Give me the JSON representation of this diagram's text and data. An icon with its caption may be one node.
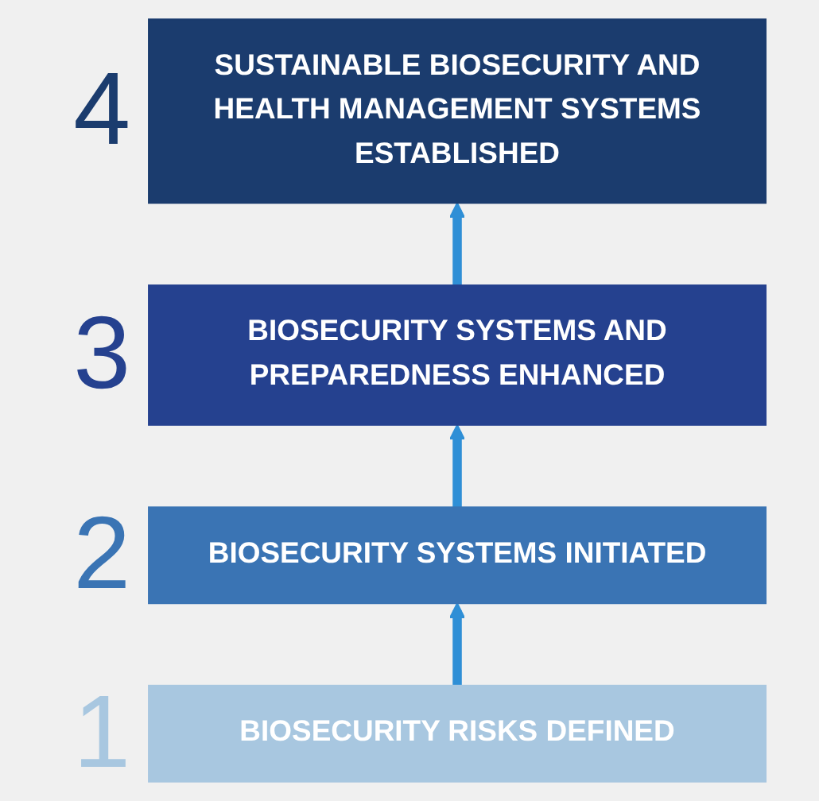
{
  "diagram": {
    "nodes": [
      {
        "text": [
          "SUSTAINABLE BIOSECURITY AND HEALTH MANAGEMENT SYSTEMS ESTABLISHED"
        ],
        "beside": [
          "4"
        ]
      },
      {
        "text": [
          "BIOSECURITY SYSTEMS AND PREPAREDNESS ENHANCED"
        ],
        "beside": [
          "3"
        ]
      },
      {
        "text": [
          "BIOSECURITY SYSTEMS INITIATED"
        ],
        "beside": [
          "2"
        ]
      },
      {
        "text": [
          "BIOSECURITY RISKS DEFINED"
        ],
        "beside": [
          "1"
        ]
      }
    ],
    "edges": [
      {
        "from": 3,
        "to": 2,
        "arrow": "to"
      },
      {
        "from": 2,
        "to": 1,
        "arrow": "to"
      },
      {
        "from": 1,
        "to": 0,
        "arrow": "to"
      }
    ]
  }
}
